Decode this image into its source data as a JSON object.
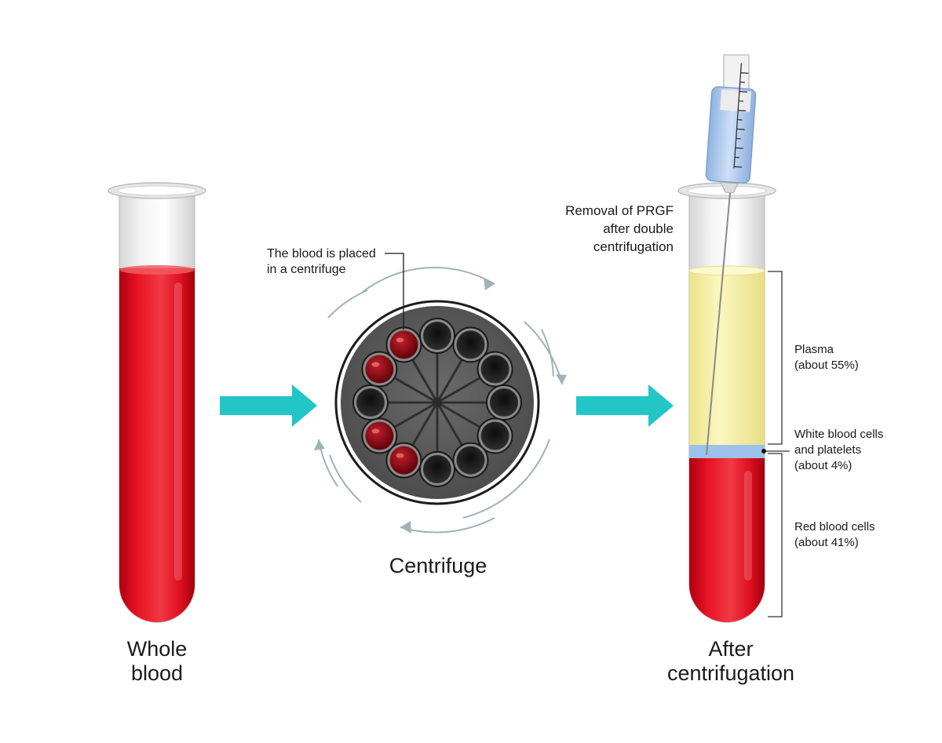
{
  "labels": {
    "whole_blood": [
      "Whole",
      "blood"
    ],
    "centrifuge": "Centrifuge",
    "after_centrifugation": [
      "After",
      "centrifugation"
    ],
    "placed": [
      "The blood is placed",
      "in a centrifuge"
    ],
    "removal": [
      "Removal of PRGF",
      "after double",
      "centrifugation"
    ],
    "plasma": [
      "Plasma",
      "(about 55%)"
    ],
    "white_cells": [
      "White blood cells",
      "and platelets",
      "(about 4%)"
    ],
    "red_cells": [
      "Red blood cells",
      "(about 41%)"
    ]
  },
  "colors": {
    "blood_red": "#d8101b",
    "plasma_yellow": "#f7f1a4",
    "buffy_blue": "#9cc2ea",
    "arrow_teal": "#22c6c6",
    "rotor_gray": "#5a5a5a",
    "tube_glass": "#e8e8e8",
    "syringe_blue": "#a8c8ee"
  },
  "icons": {
    "flow_arrows": "right-arrow-icon",
    "rotation": "rotation-arrows-icon",
    "syringe": "syringe-icon"
  },
  "composition": {
    "plasma_percent": 55,
    "white_cells_platelets_percent": 4,
    "red_cells_percent": 41
  }
}
